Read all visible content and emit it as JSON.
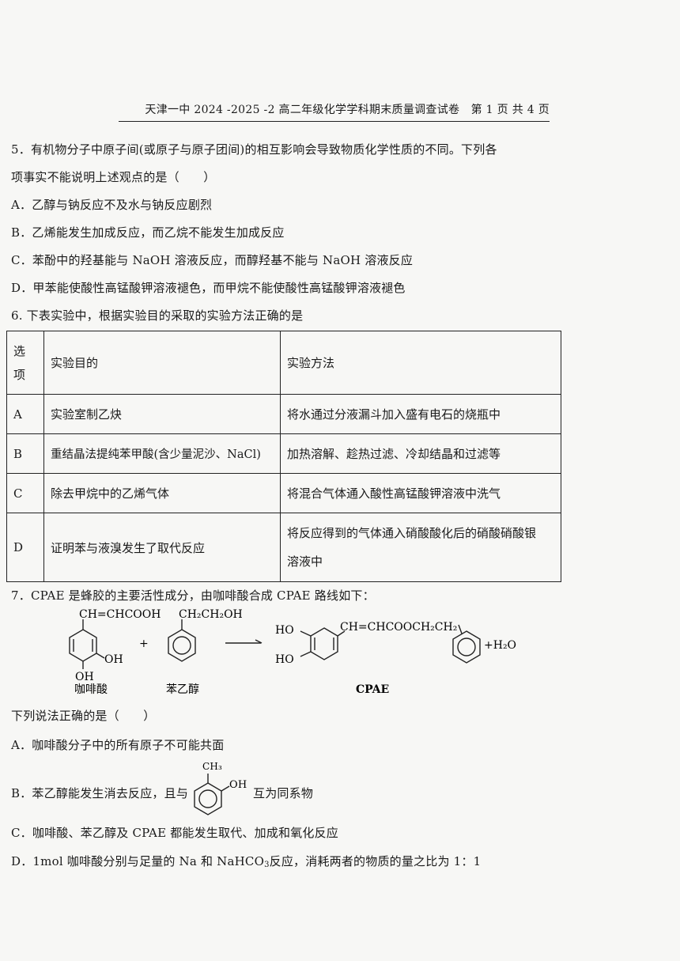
{
  "header": "天津一中 2024 -2025 -2 高二年级化学学科期末质量调查试卷　第 1 页 共 4 页",
  "q5": {
    "stem_line1": "5．有机物分子中原子间(或原子与原子团间)的相互影响会导致物质化学性质的不同。下列各",
    "stem_line2": "项事实不能说明上述观点的是（　　）",
    "A": "A．乙醇与钠反应不及水与钠反应剧烈",
    "B": "B．乙烯能发生加成反应，而乙烷不能发生加成反应",
    "C": "C．苯酚中的羟基能与 NaOH 溶液反应，而醇羟基不能与 NaOH 溶液反应",
    "D": "D．甲苯能使酸性高锰酸钾溶液褪色，而甲烷不能使酸性高锰酸钾溶液褪色"
  },
  "q6": {
    "stem": "6. 下表实验中，根据实验目的采取的实验方法正确的是",
    "header": {
      "option_line1": "选",
      "option_line2": "项",
      "purpose": "实验目的",
      "method": "实验方法"
    },
    "rows": [
      {
        "option": "A",
        "purpose": "实验室制乙炔",
        "method": "将水通过分液漏斗加入盛有电石的烧瓶中"
      },
      {
        "option": "B",
        "purpose": "重结晶法提纯苯甲酸(含少量泥沙、NaCl)",
        "method": "加热溶解、趁热过滤、冷却结晶和过滤等"
      },
      {
        "option": "C",
        "purpose": "除去甲烷中的乙烯气体",
        "method": "将混合气体通入酸性高锰酸钾溶液中洗气"
      },
      {
        "option": "D",
        "purpose": "证明苯与液溴发生了取代反应",
        "method_line1": "将反应得到的气体通入硝酸酸化后的硝酸硝酸银",
        "method_line2": "溶液中"
      }
    ]
  },
  "q7": {
    "stem": "7．CPAE 是蜂胶的主要活性成分，由咖啡酸合成 CPAE 路线如下：",
    "reaction": {
      "reactant1_group": "CH=CHCOOH",
      "reactant1_oh": "OH",
      "reactant1_oh2": "OH",
      "reactant1_name": "咖啡酸",
      "plus": "+",
      "reactant2_group": "CH₂CH₂OH",
      "reactant2_name": "苯乙醇",
      "product_ho1": "HO",
      "product_ho2": "HO",
      "product_group": "CH=CHCOOCH₂CH₂",
      "product_name": "CPAE",
      "byproduct": "+H₂O"
    },
    "question": "下列说法正确的是（　　）",
    "A": "A．咖啡酸分子中的所有原子不可能共面",
    "B_before": "B．苯乙醇能发生消去反应，且与",
    "B_ch3": "CH₃",
    "B_oh": "OH",
    "B_after": "互为同系物",
    "C": "C．咖啡酸、苯乙醇及 CPAE 都能发生取代、加成和氧化反应",
    "D_before": "D．1mol 咖啡酸分别与足量的 Na 和 NaHCO",
    "D_sub": "3",
    "D_after": "反应，消耗两者的物质的量之比为 1：1"
  }
}
